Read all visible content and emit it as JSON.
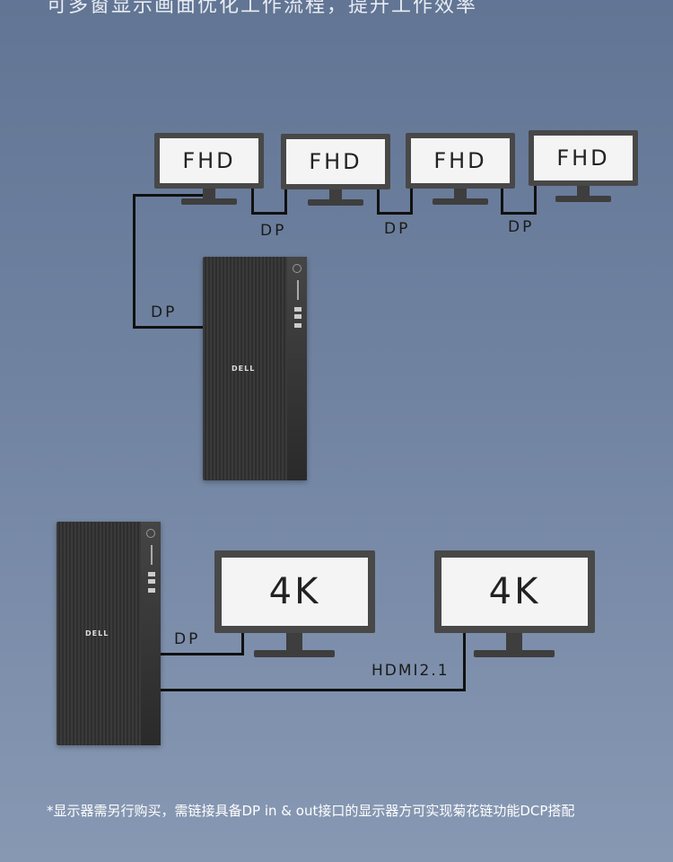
{
  "header": {
    "subtitle": "可多窗显示画面优化工作流程，提升工作效率"
  },
  "diagram1": {
    "monitors": [
      "FHD",
      "FHD",
      "FHD",
      "FHD"
    ],
    "links": [
      "DP",
      "DP",
      "DP",
      "DP"
    ],
    "pc_logo": "DELL"
  },
  "diagram2": {
    "monitors": [
      "4K",
      "4K"
    ],
    "links": [
      "DP",
      "HDMI2.1"
    ],
    "pc_logo": "DELL"
  },
  "footnote": "*显示器需另行购买，需链接具备DP in & out接口的显示器方可实现菊花链功能DCP搭配"
}
